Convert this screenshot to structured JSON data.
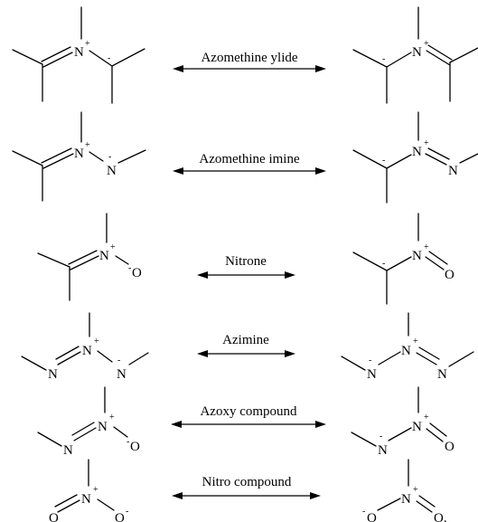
{
  "rows": [
    {
      "label": "Azomethine ylide",
      "left": {
        "atoms": [
          {
            "t": "N",
            "c": "+"
          }
        ],
        "charges": [
          "-"
        ]
      },
      "right": {
        "atoms": [
          {
            "t": "N",
            "c": "+"
          }
        ],
        "charges": [
          "-"
        ]
      }
    },
    {
      "label": "Azomethine imine",
      "left": {
        "atoms": [
          {
            "t": "N",
            "c": "+"
          },
          {
            "t": "N",
            "c": "-"
          }
        ],
        "charges": []
      },
      "right": {
        "atoms": [
          {
            "t": "N",
            "c": "+"
          },
          {
            "t": "N",
            "c": ""
          }
        ],
        "charges": [
          "-"
        ]
      }
    },
    {
      "label": "Nitrone",
      "left": {
        "atoms": [
          {
            "t": "N",
            "c": "+"
          },
          {
            "t": "O",
            "c": "-"
          }
        ],
        "charges": []
      },
      "right": {
        "atoms": [
          {
            "t": "N",
            "c": "+"
          },
          {
            "t": "O",
            "c": ""
          }
        ],
        "charges": [
          "-"
        ]
      }
    },
    {
      "label": "Azimine",
      "left": {
        "atoms": [
          {
            "t": "N",
            "c": ""
          },
          {
            "t": "N",
            "c": "+"
          },
          {
            "t": "N",
            "c": "-"
          }
        ],
        "charges": []
      },
      "right": {
        "atoms": [
          {
            "t": "N",
            "c": "-"
          },
          {
            "t": "N",
            "c": "+"
          },
          {
            "t": "N",
            "c": ""
          }
        ],
        "charges": []
      }
    },
    {
      "label": "Azoxy compound",
      "left": {
        "atoms": [
          {
            "t": "N",
            "c": ""
          },
          {
            "t": "N",
            "c": "+"
          },
          {
            "t": "O",
            "c": "-"
          }
        ],
        "charges": []
      },
      "right": {
        "atoms": [
          {
            "t": "N",
            "c": "-"
          },
          {
            "t": "N",
            "c": "+"
          },
          {
            "t": "O",
            "c": ""
          }
        ],
        "charges": []
      }
    },
    {
      "label": "Nitro compound",
      "left": {
        "atoms": [
          {
            "t": "O",
            "c": ""
          },
          {
            "t": "N",
            "c": "+"
          },
          {
            "t": "O",
            "c": "-"
          }
        ],
        "charges": []
      },
      "right": {
        "atoms": [
          {
            "t": "O",
            "c": "-"
          },
          {
            "t": "N",
            "c": "+"
          },
          {
            "t": "O.",
            "c": ""
          }
        ],
        "charges": []
      }
    }
  ]
}
